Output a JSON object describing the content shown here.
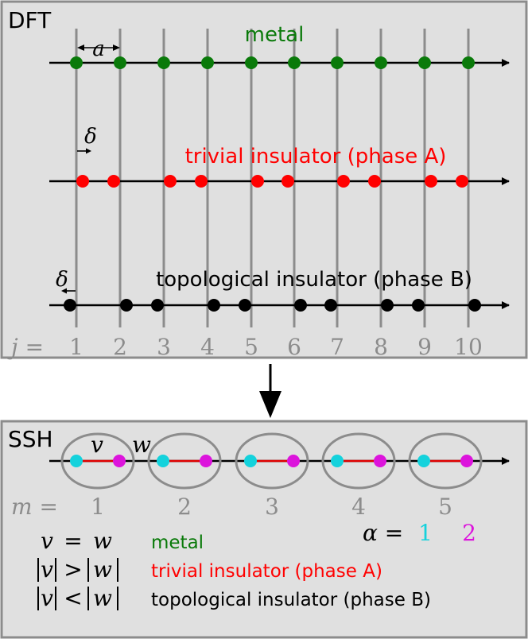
{
  "colors": {
    "panel_bg": "#e0e0e0",
    "panel_border": "#8c8c8c",
    "grid": "#8c8c8c",
    "metal": "#0a7a0a",
    "trivial": "#ff0000",
    "topological": "#000000",
    "site1": "#14d2dc",
    "site2": "#dc14dc",
    "bond": "#e00000"
  },
  "dft": {
    "label": "DFT",
    "spacing_label": "a",
    "delta_label": "δ",
    "j_label": "j =",
    "j_values": [
      "1",
      "2",
      "3",
      "4",
      "5",
      "6",
      "7",
      "8",
      "9",
      "10"
    ],
    "chains": {
      "metal": {
        "label": "metal"
      },
      "trivial": {
        "label": "trivial insulator (phase A)"
      },
      "topological": {
        "label": "topological insulator (phase B)"
      }
    }
  },
  "ssh": {
    "label": "SSH",
    "v_label": "v",
    "w_label": "w",
    "m_label": "m =",
    "m_values": [
      "1",
      "2",
      "3",
      "4",
      "5"
    ],
    "alpha_label": "α =",
    "alpha_values": [
      "1",
      "2"
    ],
    "legend": [
      {
        "math_left": "v",
        "rel": "=",
        "math_right": "w",
        "text": "metal",
        "color": "#0a7a0a",
        "abs": false
      },
      {
        "math_left": "v",
        "rel": ">",
        "math_right": "w",
        "text": "trivial insulator (phase A)",
        "color": "#ff0000",
        "abs": true
      },
      {
        "math_left": "v",
        "rel": "<",
        "math_right": "w",
        "text": "topological insulator (phase B)",
        "color": "#000000",
        "abs": true
      }
    ]
  }
}
